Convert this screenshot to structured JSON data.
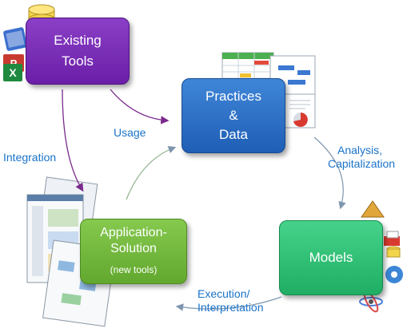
{
  "nodes": {
    "existing_tools": {
      "line1": "Existing",
      "line2": "Tools"
    },
    "practices_data": {
      "line1": "Practices",
      "line2": "&",
      "line3": "Data"
    },
    "models": {
      "label": "Models"
    },
    "application": {
      "line1": "Application-",
      "line2": "Solution",
      "line3": "(new tools)"
    }
  },
  "edges": {
    "usage": "Usage",
    "integration": "Integration",
    "analysis_line1": "Analysis,",
    "analysis_line2": "Capitalization",
    "execution_line1": "Execution/",
    "execution_line2": "Interpretation"
  },
  "colors": {
    "purple": "#7b2cbf",
    "blue": "#2a6fc9",
    "green": "#2bbf72",
    "lime": "#72b83c",
    "label_blue": "#1a73c9",
    "arrow_purple": "#7a2a8c",
    "arrow_gray": "#8aa0b8"
  },
  "icons": [
    "database-icon",
    "office-apps-icon",
    "spreadsheet-icon",
    "document-icon",
    "pie-chart-icon",
    "model-tools-icon",
    "software-screenshots-icon"
  ]
}
